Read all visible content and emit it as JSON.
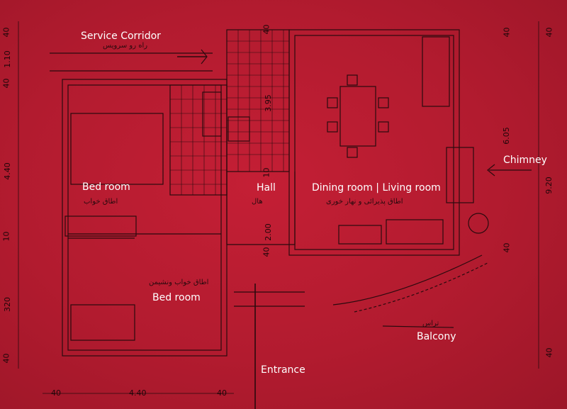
{
  "labels": {
    "service_corridor": "Service Corridor",
    "bed_room_1": "Bed room",
    "bed_room_2": "Bed room",
    "hall": "Hall",
    "dining_living": "Dining room | Living room",
    "chimney": "Chimney",
    "balcony": "Balcony",
    "entrance": "Entrance"
  },
  "persian_labels": {
    "service_corridor": "راه رو سرویس",
    "bed_room_1": "اطاق خواب",
    "bed_room_2": "اطاق خواب ونشیمن",
    "hall": "هال",
    "dining_living": "اطاق پذیرائی و نهار خوری",
    "balcony": "تراس"
  },
  "dimensions": {
    "left": [
      "40",
      "1.10",
      "40",
      "4.40",
      "10",
      "320",
      "40"
    ],
    "right_inner": [
      "40",
      "6.05",
      "40"
    ],
    "right_outer": [
      "40",
      "9.20",
      "40"
    ],
    "bottom": [
      "40",
      "4.40",
      "40"
    ],
    "hall_top": "40",
    "hall_mid": "3.95",
    "hall_low": "10",
    "hall_lower": "2.00",
    "hall_bottom": "40"
  },
  "colors": {
    "background": "#b01c2c",
    "lines": "#2a0a0e",
    "label_text": "#ffffff"
  }
}
